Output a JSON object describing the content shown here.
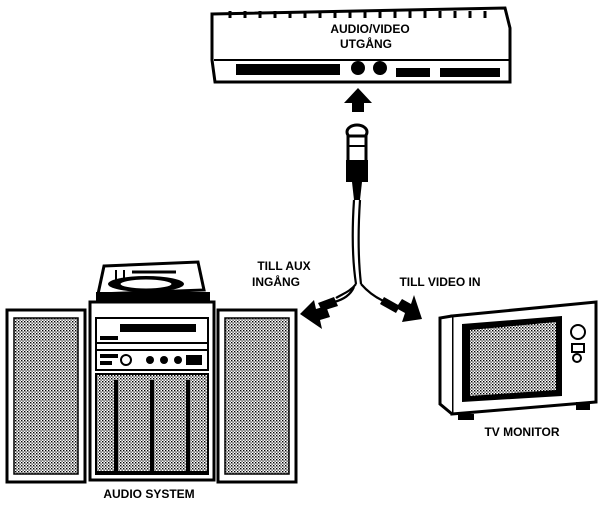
{
  "labels": {
    "computer_output_line1": "AUDIO/VIDEO",
    "computer_output_line2": "UTGÅNG",
    "aux_line1": "TILL AUX",
    "aux_line2": "INGÅNG",
    "video_in": "TILL VIDEO IN",
    "tv_monitor": "TV MONITOR",
    "audio_system": "AUDIO SYSTEM"
  },
  "colors": {
    "ink": "#000000",
    "paper": "#ffffff"
  }
}
